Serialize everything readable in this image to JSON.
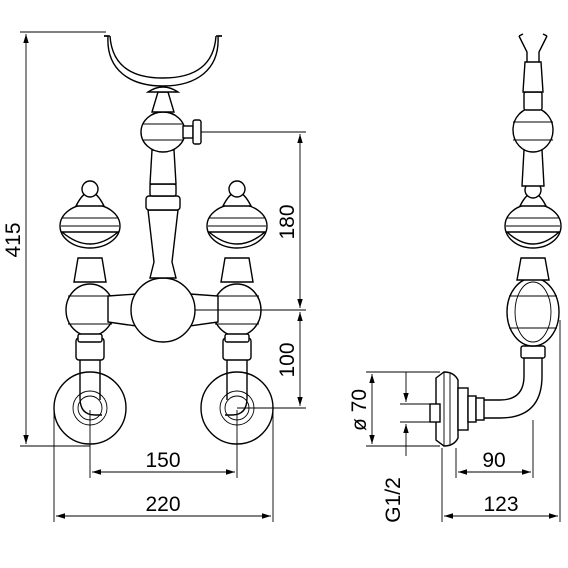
{
  "dimensions": {
    "height_total": "415",
    "height_upper": "180",
    "height_lower": "100",
    "spacing_inner": "150",
    "width_outer": "220",
    "flange_diameter": "ø 70",
    "thread": "G1/2",
    "depth_arm": "90",
    "depth_total": "123"
  }
}
